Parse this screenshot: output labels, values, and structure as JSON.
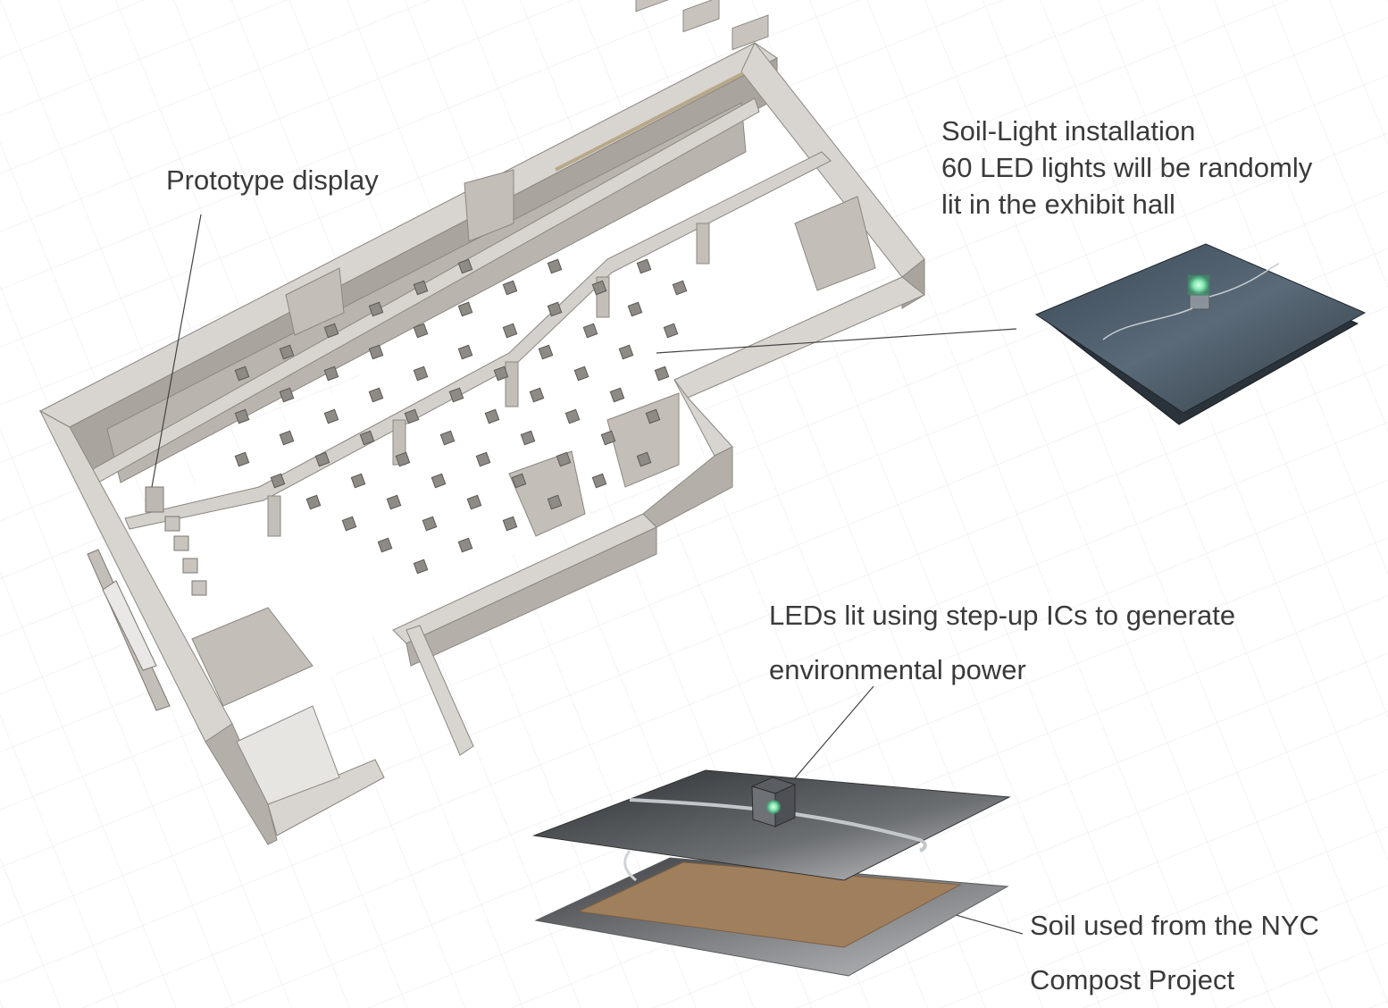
{
  "labels": {
    "prototype_display": "Prototype display",
    "soil_light": {
      "line1": "Soil-Light installation",
      "line2": "60 LED lights will be randomly",
      "line3": "lit in the exhibit hall"
    },
    "leds": {
      "line1": "LEDs lit using step-up ICs to generate",
      "line2": "environmental power"
    },
    "soil": {
      "line1": "Soil used from the NYC",
      "line2": "Compost Project"
    }
  },
  "colors": {
    "text": "#3a3a3a",
    "wall": "#cfcac4",
    "wall_shadow": "#9e9993",
    "floor": "#ffffff",
    "led_glow": "#7fe7b0",
    "soil": "#a07f5c",
    "plate": "#3b4650"
  }
}
